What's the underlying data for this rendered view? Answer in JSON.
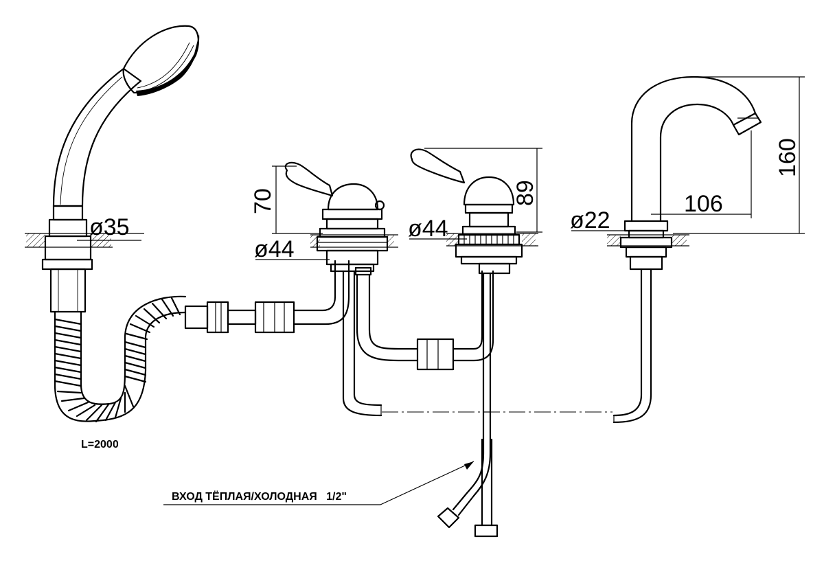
{
  "labels": {
    "d35": "ø35",
    "d44_left": "ø44",
    "d44_right": "ø44",
    "d22": "ø22",
    "h70": "70",
    "h89": "89",
    "h160": "160",
    "w106": "106",
    "hose_length": "L=2000",
    "inlet_note": "ВХОД ТЁПЛАЯ/ХОЛОДНАЯ   1/2\""
  }
}
